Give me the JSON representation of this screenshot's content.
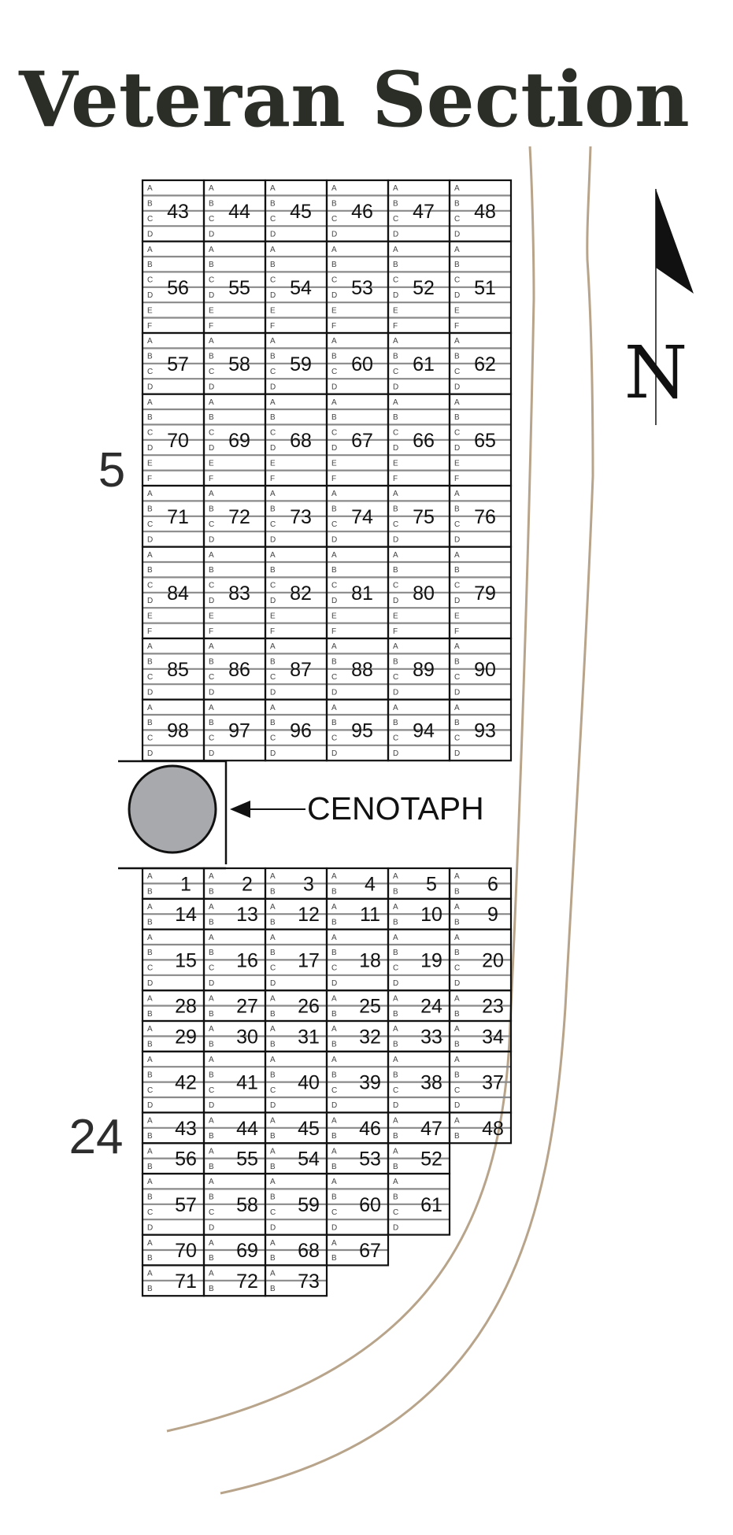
{
  "title": "Veteran Section",
  "north_label": "N",
  "cenotaph_label": "CENOTAPH",
  "colors": {
    "road": "#b8a48a",
    "line": "#111111",
    "row": "#8a8a8a",
    "cenotaph": "#a7a9ac"
  },
  "upper": {
    "section": "5",
    "rows": [
      {
        "plots": [
          "43",
          "44",
          "45",
          "46",
          "47",
          "48"
        ],
        "letters": [
          "A",
          "B",
          "C",
          "D"
        ]
      },
      {
        "plots": [
          "56",
          "55",
          "54",
          "53",
          "52",
          "51"
        ],
        "letters": [
          "A",
          "B",
          "C",
          "D",
          "E",
          "F"
        ]
      },
      {
        "plots": [
          "57",
          "58",
          "59",
          "60",
          "61",
          "62"
        ],
        "letters": [
          "A",
          "B",
          "C",
          "D"
        ]
      },
      {
        "plots": [
          "70",
          "69",
          "68",
          "67",
          "66",
          "65"
        ],
        "letters": [
          "A",
          "B",
          "C",
          "D",
          "E",
          "F"
        ]
      },
      {
        "plots": [
          "71",
          "72",
          "73",
          "74",
          "75",
          "76"
        ],
        "letters": [
          "A",
          "B",
          "C",
          "D"
        ]
      },
      {
        "plots": [
          "84",
          "83",
          "82",
          "81",
          "80",
          "79"
        ],
        "letters": [
          "A",
          "B",
          "C",
          "D",
          "E",
          "F"
        ]
      },
      {
        "plots": [
          "85",
          "86",
          "87",
          "88",
          "89",
          "90"
        ],
        "letters": [
          "A",
          "B",
          "C",
          "D"
        ]
      },
      {
        "plots": [
          "98",
          "97",
          "96",
          "95",
          "94",
          "93"
        ],
        "letters": [
          "A",
          "B",
          "C",
          "D"
        ]
      }
    ]
  },
  "lower": {
    "section": "24",
    "rows": [
      {
        "plots": [
          "1",
          "2",
          "3",
          "4",
          "5",
          "6"
        ],
        "letters": [
          "A",
          "B"
        ]
      },
      {
        "plots": [
          "14",
          "13",
          "12",
          "11",
          "10",
          "9"
        ],
        "letters": [
          "A",
          "B"
        ]
      },
      {
        "plots": [
          "15",
          "16",
          "17",
          "18",
          "19",
          "20"
        ],
        "letters": [
          "A",
          "B",
          "C",
          "D"
        ]
      },
      {
        "plots": [
          "28",
          "27",
          "26",
          "25",
          "24",
          "23"
        ],
        "letters": [
          "A",
          "B"
        ]
      },
      {
        "plots": [
          "29",
          "30",
          "31",
          "32",
          "33",
          "34"
        ],
        "letters": [
          "A",
          "B"
        ]
      },
      {
        "plots": [
          "42",
          "41",
          "40",
          "39",
          "38",
          "37"
        ],
        "letters": [
          "A",
          "B",
          "C",
          "D"
        ]
      },
      {
        "plots": [
          "43",
          "44",
          "45",
          "46",
          "47",
          "48"
        ],
        "letters": [
          "A",
          "B"
        ]
      },
      {
        "plots": [
          "56",
          "55",
          "54",
          "53",
          "52"
        ],
        "letters": [
          "A",
          "B"
        ]
      },
      {
        "plots": [
          "57",
          "58",
          "59",
          "60",
          "61"
        ],
        "letters": [
          "A",
          "B",
          "C",
          "D"
        ]
      },
      {
        "plots": [
          "70",
          "69",
          "68",
          "67"
        ],
        "letters": [
          "A",
          "B"
        ]
      },
      {
        "plots": [
          "71",
          "72",
          "73"
        ],
        "letters": [
          "A",
          "B"
        ]
      }
    ]
  }
}
